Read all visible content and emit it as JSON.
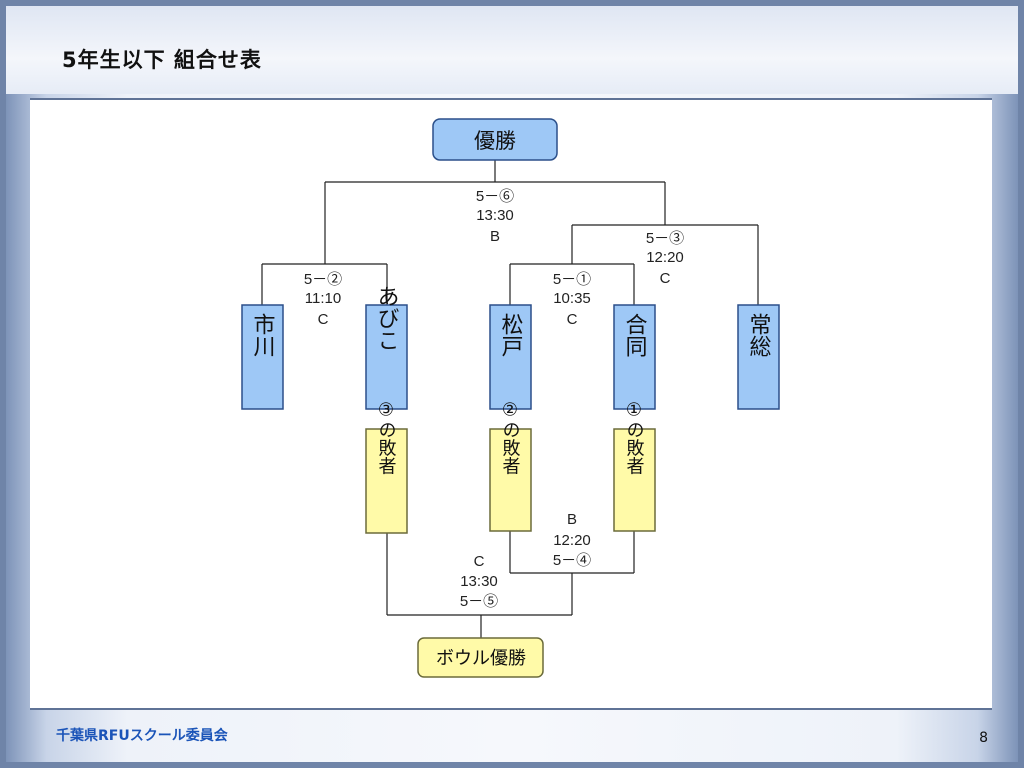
{
  "slide": {
    "title": "5年生以下  組合せ表",
    "footer": "千葉県RFUスクール委員会",
    "page_number": "8"
  },
  "colors": {
    "team_box": "#9ec8f6",
    "team_border": "#2b4f8a",
    "loser_box": "#fffaa8",
    "loser_border": "#6b6b3a",
    "line": "#222222"
  },
  "bracket": {
    "champion": "優勝",
    "bowl_champion": "ボウル優勝",
    "teams": [
      "市川",
      "あびこ",
      "松戸",
      "合同",
      "常総"
    ],
    "losers": [
      "③の敗者",
      "②の敗者",
      "①の敗者"
    ],
    "matches": {
      "m1": {
        "no": "5－①",
        "time": "10:35",
        "court": "C"
      },
      "m2": {
        "no": "5－②",
        "time": "11:10",
        "court": "C"
      },
      "m3": {
        "no": "5－③",
        "time": "12:20",
        "court": "C"
      },
      "m4": {
        "no": "5－④",
        "time": "12:20",
        "court": "B"
      },
      "m5": {
        "no": "5－⑤",
        "time": "13:30",
        "court": "C"
      },
      "m6": {
        "no": "5－⑥",
        "time": "13:30",
        "court": "B"
      }
    }
  }
}
